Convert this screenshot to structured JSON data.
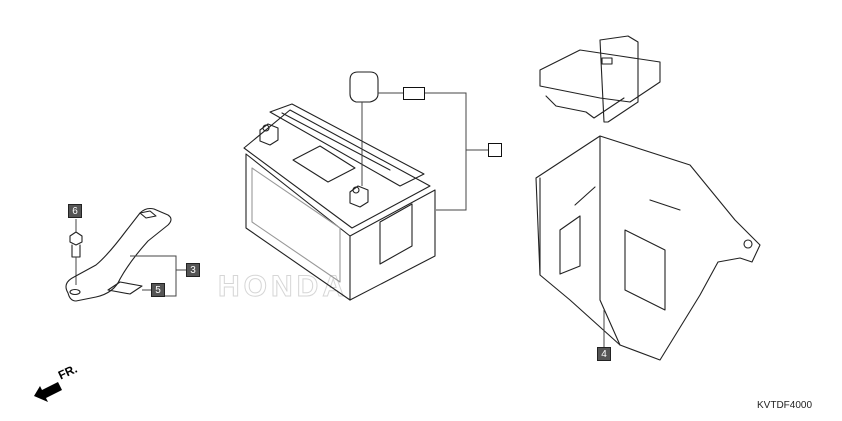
{
  "diagram": {
    "watermark": "HONDA",
    "direction_indicator": {
      "label": "FR.",
      "icon": "arrow-down-left-icon"
    },
    "diagram_code": "KVTDF4000",
    "callouts": [
      {
        "id": "battery-cap",
        "label": ""
      },
      {
        "id": "battery",
        "label": ""
      },
      {
        "id": "battery-band",
        "label": "3"
      },
      {
        "id": "battery-box",
        "label": "4"
      },
      {
        "id": "rubber-pad",
        "label": "5"
      },
      {
        "id": "bolt",
        "label": "6"
      }
    ]
  }
}
